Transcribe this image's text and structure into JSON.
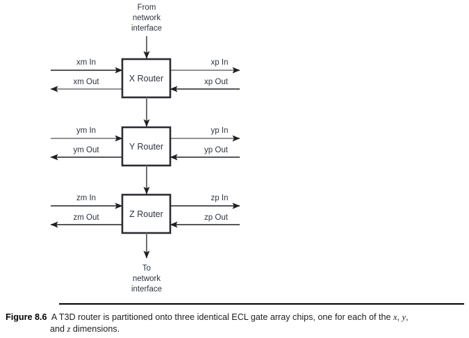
{
  "figure": {
    "caption_label": "Figure 8.6",
    "caption_text_1": "A T3D router is partitioned onto three identical ECL gate array chips, one for each of the ",
    "caption_var_x": "x",
    "caption_sep_1": ", ",
    "caption_var_y": "y",
    "caption_sep_2": ",",
    "caption_text_2": "and ",
    "caption_var_z": "z",
    "caption_text_3": " dimensions."
  },
  "diagram": {
    "top_label": {
      "line1": "From",
      "line2": "network",
      "line3": "interface"
    },
    "bottom_label": {
      "line1": "To",
      "line2": "network",
      "line3": "interface"
    },
    "routers": [
      {
        "name": "X Router",
        "left_in": "xm In",
        "left_out": "xm Out",
        "right_in": "xp In",
        "right_out": "xp Out"
      },
      {
        "name": "Y Router",
        "left_in": "ym In",
        "left_out": "ym Out",
        "right_in": "yp In",
        "right_out": "yp Out"
      },
      {
        "name": "Z Router",
        "left_in": "zm In",
        "left_out": "zm Out",
        "right_in": "zp In",
        "right_out": "zp Out"
      }
    ],
    "colors": {
      "line": "#6f6f6f",
      "arrow": "#231f20",
      "box_border": "#2b2b33",
      "box_fill": "#ffffff",
      "text": "#2b3440",
      "rule": "#000000"
    }
  }
}
